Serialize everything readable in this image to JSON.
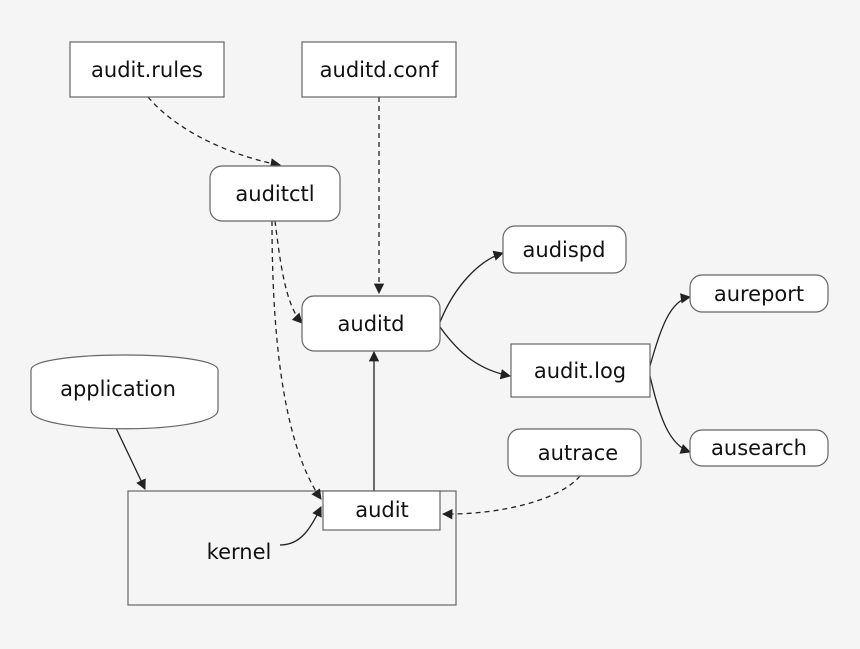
{
  "nodes": {
    "audit_rules": "audit.rules",
    "auditd_conf": "auditd.conf",
    "auditctl": "auditctl",
    "audispd": "audispd",
    "auditd": "auditd",
    "aureport": "aureport",
    "audit_log": "audit.log",
    "application": "application",
    "autrace": "autrace",
    "ausearch": "ausearch",
    "audit": "audit",
    "kernel": "kernel"
  }
}
